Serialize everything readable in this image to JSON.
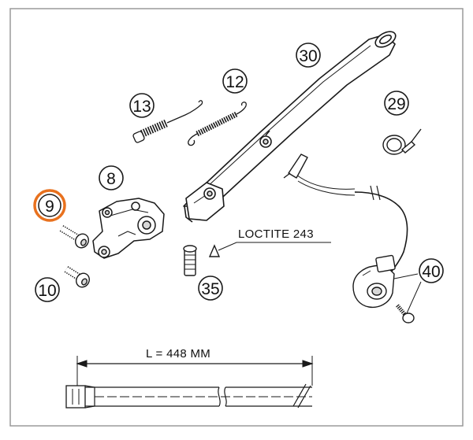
{
  "colors": {
    "frame": "#9a9a9a",
    "ink": "#1a1a1a",
    "highlight": "#e8711e",
    "part_fill": "#ffffff",
    "shade": "#d7d7d7"
  },
  "callouts": {
    "c8": "8",
    "c9": "9",
    "c10": "10",
    "c12": "12",
    "c13": "13",
    "c29": "29",
    "c30": "30",
    "c35": "35",
    "c40": "40"
  },
  "highlighted_callout": "9",
  "annotations": {
    "loctite": "LOCTITE 243",
    "length": "L = 448 MM"
  }
}
